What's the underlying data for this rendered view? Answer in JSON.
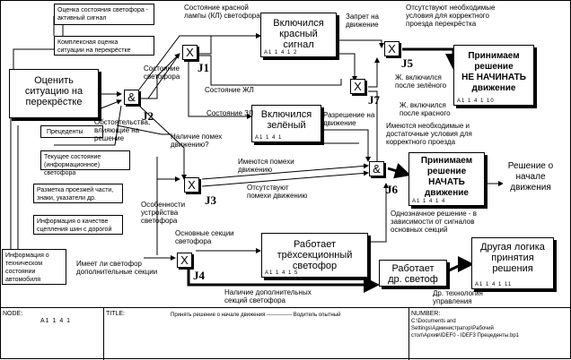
{
  "process_boxes": {
    "assess": {
      "title": "Оценить\nситуацию на\nперекрёстке",
      "num": ""
    },
    "red_on": {
      "title": "Включился\nкрасный\nсигнал",
      "num": "А1 1 4 1 2"
    },
    "green_on": {
      "title": "Включился\nзелёный",
      "num": "А1 1 4 1"
    },
    "three_section": {
      "title": "Работает\nтрёхсекционный\nсветофор",
      "num": "А1 1 4 1 5"
    },
    "additional": {
      "title": "Работает\nдр. светоф",
      "num": ""
    },
    "do_not_start": {
      "title": "Принимаем\nрешение\nНЕ НАЧИНАТЬ\nдвижение",
      "num": "А1 1 4 1 10"
    },
    "start": {
      "title": "Принимаем\nрешение\nНАЧАТЬ\nдвижение",
      "num": "А1 1 4 1 4"
    },
    "start_decision": {
      "title": "Решение о\nначале\nдвижения",
      "num": ""
    },
    "other_logic": {
      "title": "Другая логика\nпринятия\nрешения",
      "num": "А1 1 4 1 11"
    }
  },
  "inputs": {
    "signal_state": "Оценка состояния светофора -\nактивный сигнал",
    "complex_eval": "Комплексная оценка\nситуации на перекрёстке",
    "precedents": "Прецеденты",
    "current_state": "Текущее состояние\n(информационное) светофора",
    "marking": "Разметка проезжей части,\nзнаки, указатели др.",
    "adhesion": "Информация о качестве\nсцепления шин с дорогой",
    "tech_state": "Информация о\nтехническом\nсостоянии\nавтомобиля"
  },
  "labels": {
    "red_lamp_state": "Состояние красной\nлампы (КЛ) светофора",
    "light_state": "Состояние\nсветофора",
    "yellow_state": "Состояние ЖЛ",
    "green_state": "Состояние ЗЛ",
    "circumstances": "Обстоятельства,\nвлияющие на\nрешение",
    "obstacles_q": "Наличие помех\nдвижению?",
    "obstacles_exist": "Имеются помехи\nдвижению",
    "no_obstacles": "Отсутствуют\nпомехи движению",
    "device_features": "Особенности\nустройства\nсветофора",
    "main_sections": "Основные секции\nсветофора",
    "has_additional": "Имеет ли светофор\nдополнительные секции",
    "additional_sections": "Наличие дополнительных\nсекций светофора",
    "forbid": "Запрет на\nдвижение",
    "allow": "Разрешение на\nдвижение",
    "no_conditions": "Отсутствуют необходимые\nусловия для корректного\nпроезда перекрёстка",
    "yellow_after_green": "Ж. включился\nпосле зелёного",
    "yellow_after_red": "Ж. включился\nпосле красного",
    "conditions_ok": "Имеются необходимые и\nдостаточные условия для\nкорректного проезда",
    "unambiguous": "Однозначное решение - в\nзависимости от сигналов\nосновных секций",
    "other_tech": "Др. технология\nуправления"
  },
  "junctions": {
    "j1": {
      "symbol": "X",
      "label": "J1"
    },
    "j2": {
      "symbol": "&",
      "label": "J2"
    },
    "j3": {
      "symbol": "X",
      "label": "J3"
    },
    "j4": {
      "symbol": "X",
      "label": "J4"
    },
    "j5": {
      "symbol": "X",
      "label": "J5"
    },
    "j6": {
      "symbol": "&",
      "label": "J6"
    },
    "j7": {
      "symbol": "X",
      "label": "J7"
    }
  },
  "footer": {
    "node_label": "NODE:",
    "node_value": "А1 1 4 1",
    "title_label": "TITLE:",
    "title_value": "Принять решение о начале движения -------------- Водитель опытный",
    "number_label": "NUMBER:",
    "number_value": "C:\\Documents and\nSettings\\Администратор\\Рабочий\nстол\\Архив\\IDEF0 - IDEF3 Прецеденты.bp1"
  }
}
